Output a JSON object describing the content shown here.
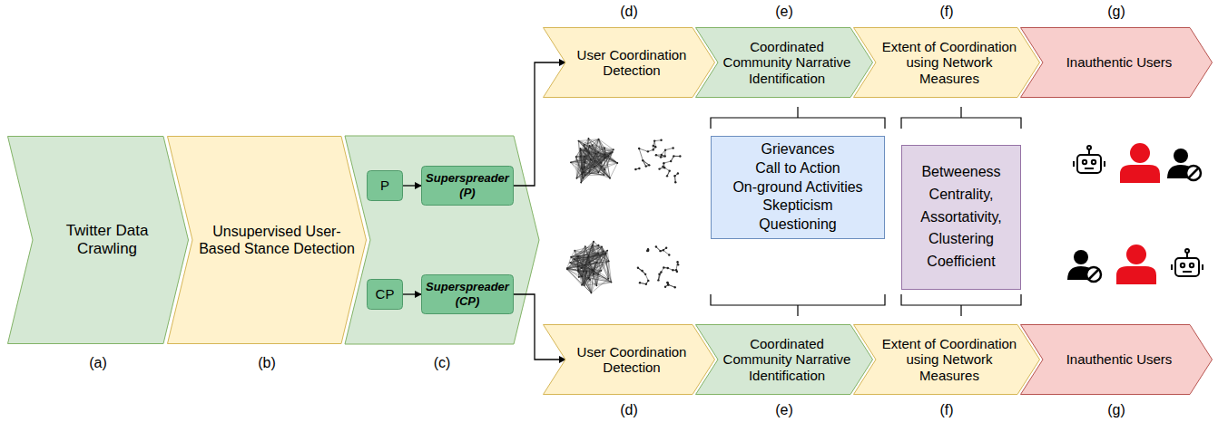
{
  "diagram": {
    "nodes": [
      {
        "text": [
          "Twitter Data Crawling"
        ]
      },
      {
        "text": [
          "Unsupervised User-Based Stance Detection"
        ]
      },
      {
        "text": [
          "P"
        ]
      },
      {
        "text": [
          "Superspreader (P)"
        ]
      },
      {
        "text": [
          "CP"
        ]
      },
      {
        "text": [
          "Superspreader (CP)"
        ]
      },
      {
        "text": [
          "User Coordination Detection"
        ]
      },
      {
        "text": [
          "Coordinated Community Narrative Identification"
        ]
      },
      {
        "text": [
          "Extent of Coordination using Network Measures"
        ]
      },
      {
        "text": [
          "Inauthentic Users"
        ]
      },
      {
        "text": [
          "Grievances",
          "Call to Action",
          "On-ground Activities",
          "Skepticism",
          "Questioning"
        ]
      },
      {
        "text": [
          "Betweeness Centrality, Assortativity, Clustering Coefficient"
        ]
      },
      {
        "text": [
          "User Coordination Detection"
        ]
      },
      {
        "text": [
          "Coordinated Community Narrative Identification"
        ]
      },
      {
        "text": [
          "Extent of Coordination using Network Measures"
        ]
      },
      {
        "text": [
          "Inauthentic Users"
        ]
      }
    ],
    "edges": [
      {
        "from": 2,
        "to": 3,
        "arrow": "to"
      },
      {
        "from": 4,
        "to": 5,
        "arrow": "to"
      },
      {
        "from": 3,
        "to": 6,
        "arrow": "to"
      },
      {
        "from": 5,
        "to": 12,
        "arrow": "to"
      }
    ],
    "labels": [
      "(d)",
      "(e)",
      "(f)",
      "(g)",
      "(a)",
      "(b)",
      "(c)",
      "(d)",
      "(e)",
      "(f)",
      "(g)"
    ]
  }
}
